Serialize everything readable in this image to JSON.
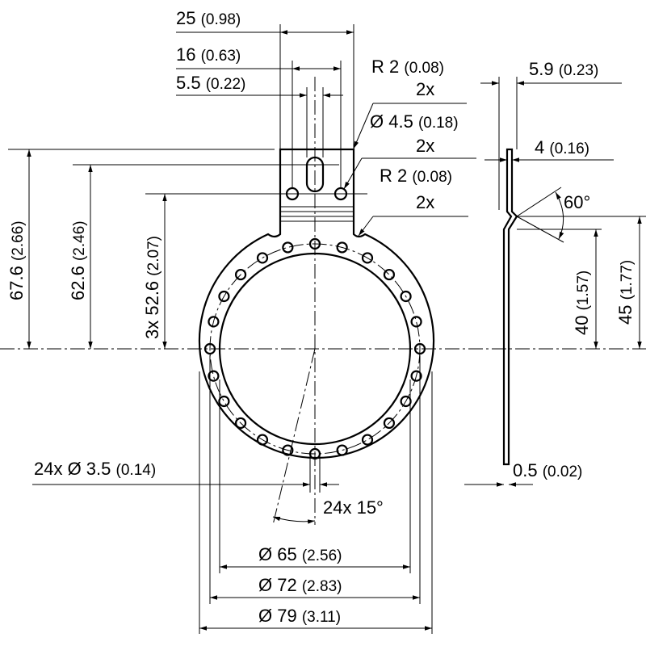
{
  "dims": {
    "width_25": {
      "main": "25",
      "alt": "(0.98)"
    },
    "width_16": {
      "main": "16",
      "alt": "(0.63)"
    },
    "width_5_5": {
      "main": "5.5",
      "alt": "(0.22)"
    },
    "radius_top": {
      "main": "R 2",
      "alt": "(0.08)"
    },
    "count_2x_a": "2x",
    "hole_4_5": {
      "main": "Ø 4.5",
      "alt": "(0.18)"
    },
    "count_2x_b": "2x",
    "radius_mid": {
      "main": "R 2",
      "alt": "(0.08)"
    },
    "count_2x_c": "2x",
    "side_5_9": {
      "main": "5.9",
      "alt": "(0.23)"
    },
    "side_4": {
      "main": "4",
      "alt": "(0.16)"
    },
    "angle_60": "60°",
    "side_40": {
      "main": "40",
      "alt": "(1.57)"
    },
    "side_45": {
      "main": "45",
      "alt": "(1.77)"
    },
    "height_67_6": {
      "main": "67.6",
      "alt": "(2.66)"
    },
    "height_62_6": {
      "main": "62.6",
      "alt": "(2.46)"
    },
    "height_52_6": {
      "main": "3x 52.6",
      "alt": "(2.07)"
    },
    "holes_3_5": {
      "main": "24x Ø 3.5",
      "alt": "(0.14)"
    },
    "angle_15": "24x 15°",
    "dia_65": {
      "main": "Ø 65",
      "alt": "(2.56)"
    },
    "dia_72": {
      "main": "Ø 72",
      "alt": "(2.83)"
    },
    "dia_79": {
      "main": "Ø 79",
      "alt": "(3.11)"
    },
    "thickness": {
      "main": "0.5",
      "alt": "(0.02)"
    }
  },
  "hole_count": 24
}
